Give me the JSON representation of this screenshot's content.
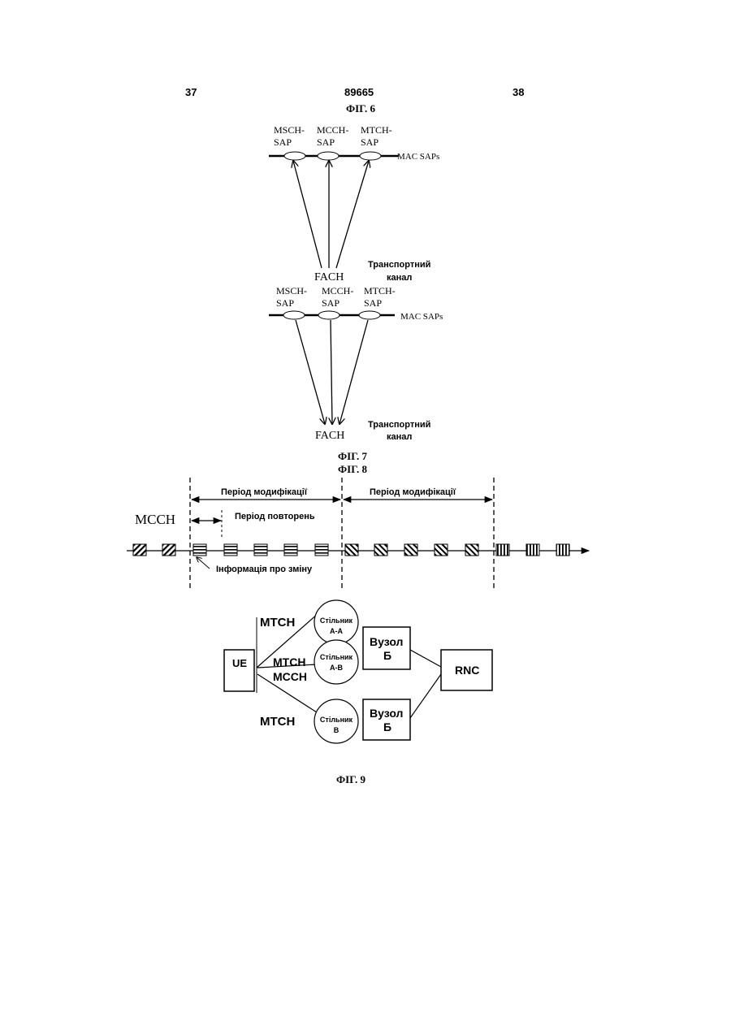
{
  "header": {
    "page_left": "37",
    "patent_number": "89665",
    "page_right": "38"
  },
  "fig6": {
    "caption": "ФІГ. 6",
    "sap_labels": [
      {
        "line1": "MSCH-",
        "line2": "SAP"
      },
      {
        "line1": "MCCH-",
        "line2": "SAP"
      },
      {
        "line1": "MTCH-",
        "line2": "SAP"
      }
    ],
    "mac_saps": "MAC SAPs",
    "fach": "FACH",
    "transport_line1": "Транспортний",
    "transport_line2": "канал"
  },
  "fig7": {
    "caption": "ФІГ. 7",
    "sap_labels": [
      {
        "line1": "MSCH-",
        "line2": "SAP"
      },
      {
        "line1": "MCCH-",
        "line2": "SAP"
      },
      {
        "line1": "MTCH-",
        "line2": "SAP"
      }
    ],
    "mac_saps": "MAC SAPs",
    "fach": "FACH",
    "transport_line1": "Транспортний",
    "transport_line2": "канал"
  },
  "fig8": {
    "caption": "ФІГ. 8",
    "mcch": "MCCH",
    "modification_period_1": "Період модифікації",
    "modification_period_2": "Період модифікації",
    "repetition_period": "Період повторень",
    "change_info": "Інформація про зміну"
  },
  "fig9": {
    "caption": "ФІГ. 9",
    "ue": "UE",
    "mtch_top": "MTCH",
    "mtch_middle": "MTCH",
    "mcch_middle": "MCCH",
    "mtch_bottom": "MTCH",
    "cell_aa_line1": "Стільник",
    "cell_aa_line2": "А-А",
    "cell_ab_line1": "Стільник",
    "cell_ab_line2": "А-В",
    "cell_b_line1": "Стільник",
    "cell_b_line2": "В",
    "node_top_line1": "Вузол",
    "node_top_line2": "Б",
    "node_bottom_line1": "Вузол",
    "node_bottom_line2": "Б",
    "rnc": "RNC"
  }
}
